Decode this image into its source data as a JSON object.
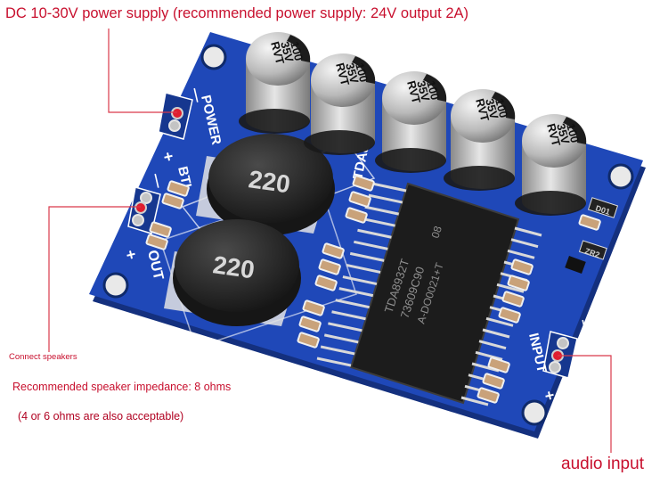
{
  "annotations": {
    "power_supply": "DC 10-30V power supply (recommended power supply: 24V output 2A)",
    "connect_speakers": "Connect speakers",
    "speaker_impedance": "Recommended speaker impedance: 8 ohms",
    "acceptable_impedance": "(4 or 6 ohms are also acceptable)",
    "audio_input": "audio input"
  },
  "board": {
    "power_label": "POWER",
    "btl_label": "BTL",
    "out_label": "OUT",
    "input_label": "INPUT",
    "chip_model": "TDA8932",
    "plus": "+",
    "minus": "—",
    "capacitor_value": "100",
    "capacitor_voltage": "35V",
    "capacitor_series": "RVT",
    "inductor_value": "220",
    "chip_marking_1": "TDA8932T",
    "chip_marking_2": "73609C90",
    "chip_marking_3": "A-DO0021+T",
    "chip_marking_4": "08",
    "part_d01": "D01",
    "part_zr2": "ZR2"
  },
  "colors": {
    "annotation": "#c8102e",
    "pcb": "#1f48b8",
    "pcb_dark": "#14307e",
    "leader_line": "#d9394b"
  }
}
